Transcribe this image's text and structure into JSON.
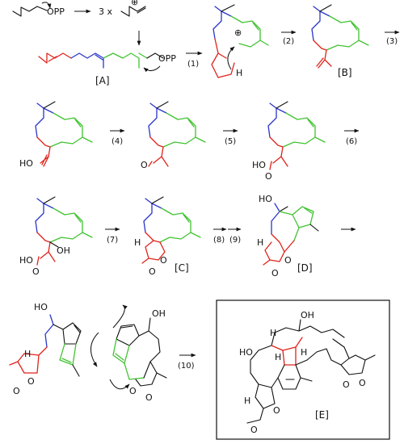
{
  "reagent": {
    "opp": "OPP",
    "times": "3 x",
    "plus": "⊕"
  },
  "compounds": {
    "A": "[A]",
    "B": "[B]",
    "C": "[C]",
    "D": "[D]",
    "E": "[E]"
  },
  "steps": [
    "(1)",
    "(2)",
    "(3)",
    "(4)",
    "(5)",
    "(6)",
    "(7)",
    "(8)",
    "(9)",
    "(10)"
  ],
  "atoms": {
    "H": "H",
    "HO": "HO",
    "OH": "OH",
    "O": "O",
    "OPP": "OPP"
  },
  "colors": {
    "red": "#e0221b",
    "green": "#41c331",
    "blue": "#2a36c9",
    "ink": "#111111"
  }
}
